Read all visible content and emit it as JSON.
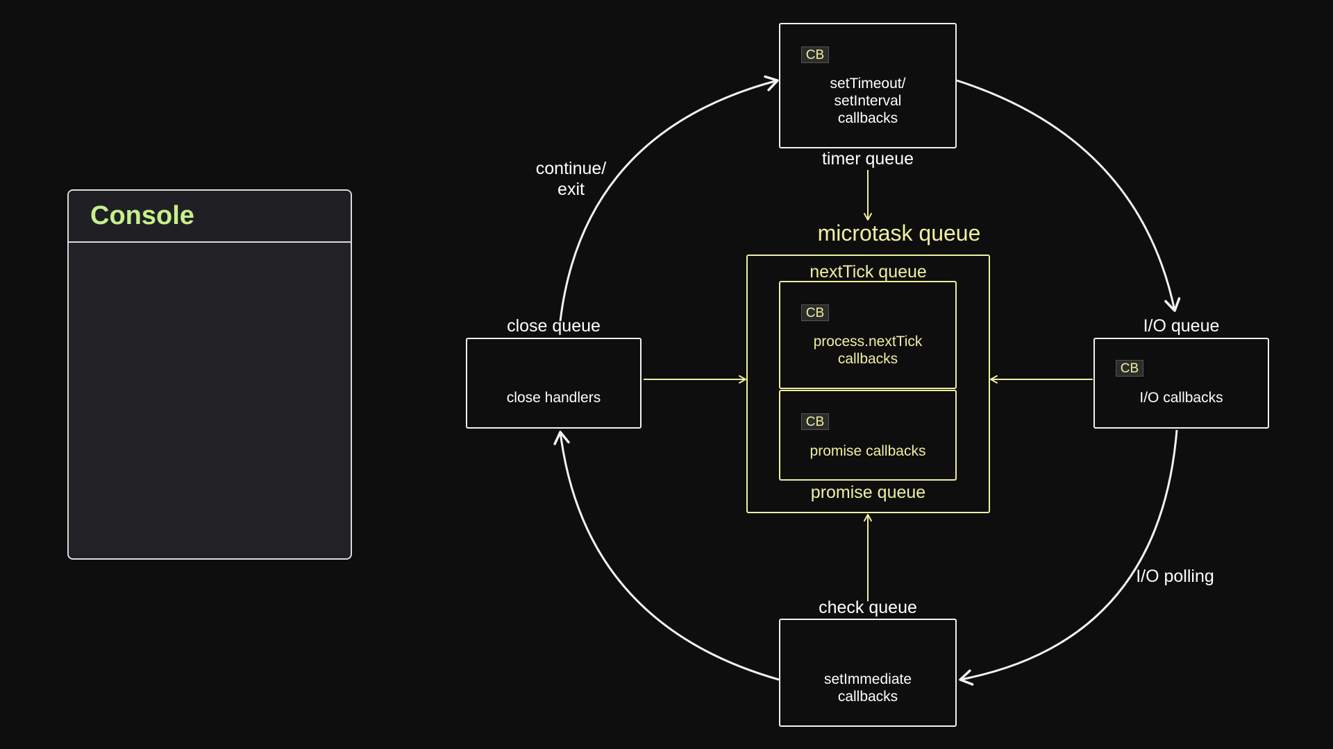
{
  "console": {
    "title": "Console"
  },
  "timer": {
    "queue_label": "timer queue",
    "cb": "CB",
    "lines": [
      "setTimeout/",
      "setInterval",
      "callbacks"
    ]
  },
  "microtask": {
    "title": "microtask queue",
    "next_tick": {
      "queue_label": "nextTick queue",
      "cb": "CB",
      "lines": [
        "process.nextTick",
        "callbacks"
      ]
    },
    "promise": {
      "queue_label": "promise queue",
      "cb": "CB",
      "lines": [
        "promise callbacks"
      ]
    }
  },
  "io": {
    "queue_label": "I/O queue",
    "cb": "CB",
    "lines": [
      "I/O callbacks"
    ]
  },
  "check": {
    "queue_label": "check queue",
    "lines": [
      "setImmediate",
      "callbacks"
    ]
  },
  "close": {
    "queue_label": "close queue",
    "lines": [
      "close handlers"
    ]
  },
  "edges": {
    "continue_exit": [
      "continue/",
      "exit"
    ],
    "io_polling": "I/O polling"
  },
  "colors": {
    "background": "#0e0e0f",
    "white": "#f2f2f2",
    "microtask_yellow": "#f0f0a0",
    "console_title": "#c6f08c",
    "console_bg": "#222226"
  }
}
